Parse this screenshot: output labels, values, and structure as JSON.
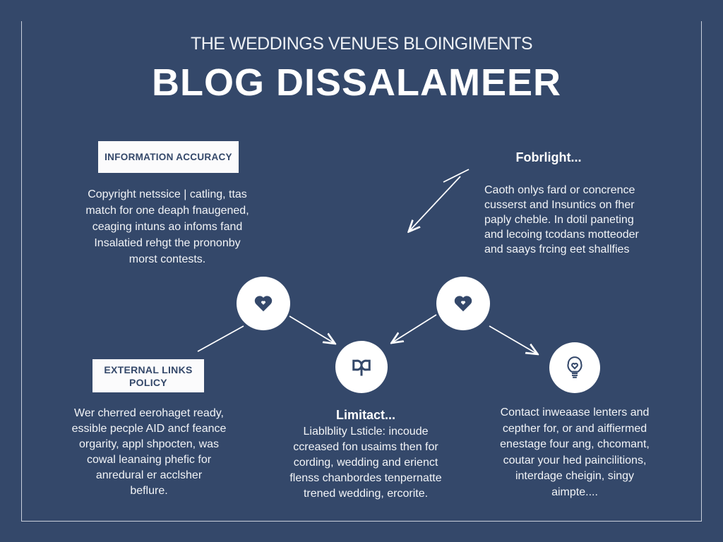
{
  "header": {
    "subtitle": "THE WEDDINGS VENUES BLOINGIMENTS",
    "title": "BLOG DISSALAMEER"
  },
  "sections": {
    "info_accuracy": {
      "label": "INFORMATION ACCURACY",
      "lines": [
        "Copyright netssice | catling, ttas",
        "match for one deарh fnaugened,",
        "ceaging intuns ao infoms fand",
        "Insalatied rehgt the prononby",
        "morst contests."
      ]
    },
    "fobrlight": {
      "heading": "Fobrlight...",
      "lines": [
        "Caoth onlys fard or concrence",
        "cusserst and Insuntics on fher",
        "paply cheble. In dotil paneting",
        "and lecoing tcodans motteoder",
        "and saays frcing eet shallfies"
      ]
    },
    "external_links": {
      "label_line1": "EXTERNAL LINKS",
      "label_line2": "POLICY",
      "lines": [
        "Wer cherred eerohaget ready,",
        "essible pecple AID ancf feance",
        "orgarity, appl shpocten, was",
        "cowal leanaing phefic for",
        "anredural er acclsher",
        "beflure."
      ]
    },
    "limitact": {
      "heading": "Limitact...",
      "lines": [
        "Liablblity Lsticle: incoude",
        "ccreased fon usaims then for",
        "cording, wedding and erienct",
        "flenss chanbordes tenpernatte",
        "trened wedding, ercorite."
      ]
    },
    "contact": {
      "lines": [
        "Contact inweaase lenters and",
        "cepther for, or and aiffiermed",
        "enestage four ang, chcomant,",
        "coutar your hed paincilitions,",
        "interdage cheigin, singy",
        "aimpte...."
      ]
    }
  },
  "icons": [
    "heart-icon",
    "heart-icon",
    "ribbon-icon",
    "lightbulb-icon"
  ],
  "colors": {
    "background": "#34486a",
    "foreground": "#ffffff"
  }
}
